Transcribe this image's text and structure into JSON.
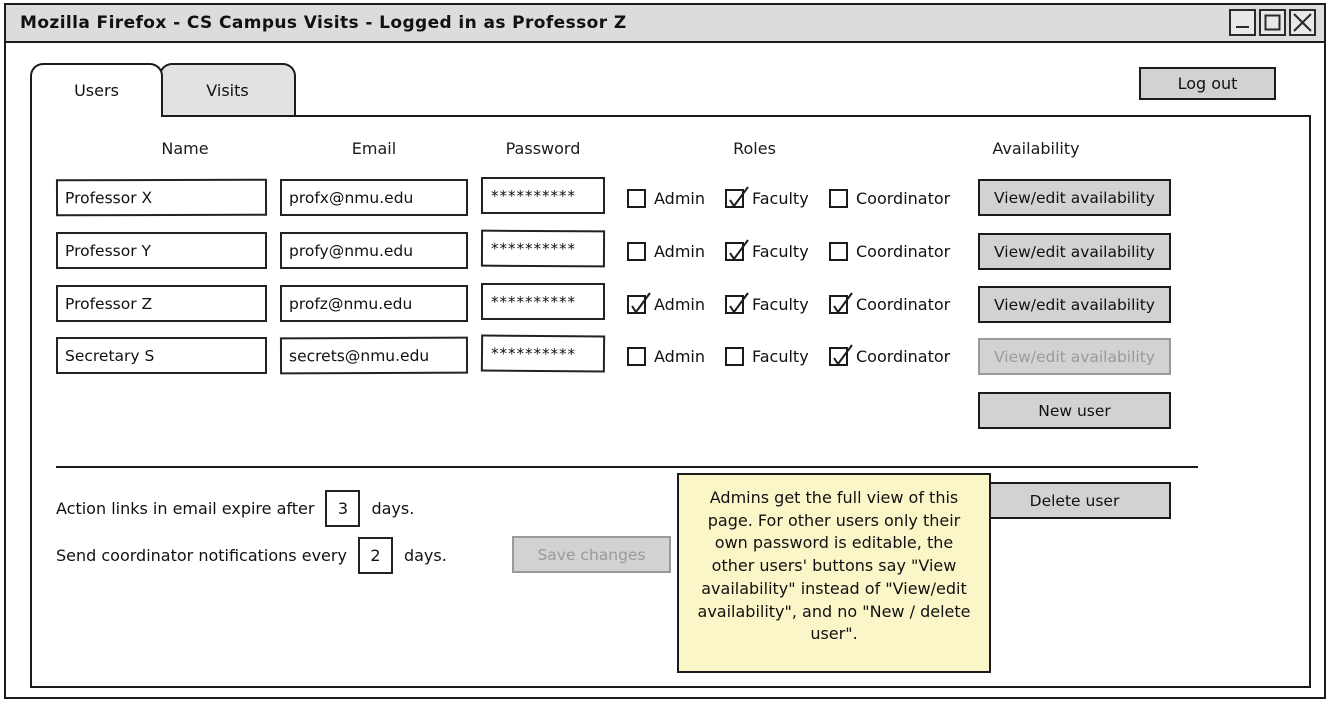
{
  "window": {
    "title": "Mozilla Firefox - CS Campus Visits - Logged in as Professor Z",
    "controls": [
      {
        "name": "minimize",
        "glyph": "_"
      },
      {
        "name": "maximize",
        "glyph": "□"
      },
      {
        "name": "close",
        "glyph": "✕"
      }
    ]
  },
  "tabs": [
    {
      "label": "Users",
      "active": true
    },
    {
      "label": "Visits",
      "active": false
    }
  ],
  "toolbar": {
    "logout_label": "Log out"
  },
  "table": {
    "headers": {
      "name": "Name",
      "email": "Email",
      "password": "Password",
      "roles": "Roles",
      "availability": "Availability"
    },
    "role_labels": {
      "admin": "Admin",
      "faculty": "Faculty",
      "coordinator": "Coordinator"
    },
    "rows": [
      {
        "name": "Professor X",
        "email": "profx@nmu.edu",
        "password": "**********",
        "admin": false,
        "faculty": true,
        "coordinator": false,
        "availability_label": "View/edit availability",
        "availability_disabled": false
      },
      {
        "name": "Professor Y",
        "email": "profy@nmu.edu",
        "password": "**********",
        "admin": false,
        "faculty": true,
        "coordinator": false,
        "availability_label": "View/edit availability",
        "availability_disabled": false
      },
      {
        "name": "Professor Z",
        "email": "profz@nmu.edu",
        "password": "**********",
        "admin": true,
        "faculty": true,
        "coordinator": true,
        "availability_label": "View/edit availability",
        "availability_disabled": false
      },
      {
        "name": "Secretary S",
        "email": "secrets@nmu.edu",
        "password": "**********",
        "admin": false,
        "faculty": false,
        "coordinator": true,
        "availability_label": "View/edit availability",
        "availability_disabled": true
      }
    ]
  },
  "actions": {
    "new_user_label": "New user",
    "delete_user_label": "Delete user"
  },
  "settings": {
    "expire_prefix": "Action links in email expire after",
    "expire_value": "3",
    "expire_suffix": "days.",
    "notify_prefix": "Send coordinator notifications every",
    "notify_value": "2",
    "notify_suffix": "days.",
    "save_label": "Save changes",
    "save_disabled": true
  },
  "sticky_note": {
    "text": "Admins get the full view of this page. For other users only their own password is editable, the other users' buttons say \"View availability\" instead of \"View/edit availability\", and no \"New / delete user\"."
  },
  "colors": {
    "titlebar_bg": "#dcdcdc",
    "button_bg": "#d2d2d2",
    "inactive_tab_bg": "#e2e2e2",
    "sticky_bg": "#FAF6C8",
    "border": "#1b1b1b",
    "disabled_fg": "#9a9a9a"
  }
}
